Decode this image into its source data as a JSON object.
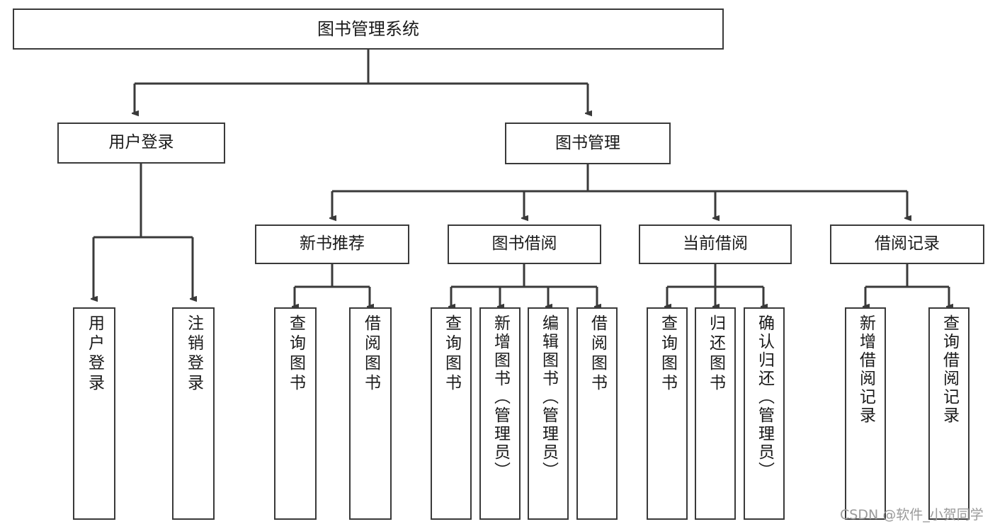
{
  "diagram": {
    "title": "图书管理系统",
    "type": "tree",
    "line_color": "#3a3a3a",
    "box_fill": "#ffffff",
    "text_color": "#1a1a1a",
    "watermark": "CSDN @软件_小贺同学"
  },
  "nodes": {
    "root": {
      "label": "图书管理系统"
    },
    "level1": [
      {
        "label": "用户登录"
      },
      {
        "label": "图书管理"
      }
    ],
    "level2": [
      {
        "label": "新书推荐"
      },
      {
        "label": "图书借阅"
      },
      {
        "label": "当前借阅"
      },
      {
        "label": "借阅记录"
      }
    ],
    "leaves": {
      "user_login": [
        {
          "label": "用户登录"
        },
        {
          "label": "注销登录"
        }
      ],
      "new_book_recommend": [
        {
          "label": "查询图书"
        },
        {
          "label": "借阅图书"
        }
      ],
      "book_borrow": [
        {
          "label": "查询图书"
        },
        {
          "label": "新增图书（管理员）"
        },
        {
          "label": "编辑图书（管理员）"
        },
        {
          "label": "借阅图书"
        }
      ],
      "current_borrow": [
        {
          "label": "查询图书"
        },
        {
          "label": "归还图书"
        },
        {
          "label": "确认归还（管理员）"
        }
      ],
      "borrow_record": [
        {
          "label": "新增借阅记录"
        },
        {
          "label": "查询借阅记录"
        }
      ]
    }
  }
}
